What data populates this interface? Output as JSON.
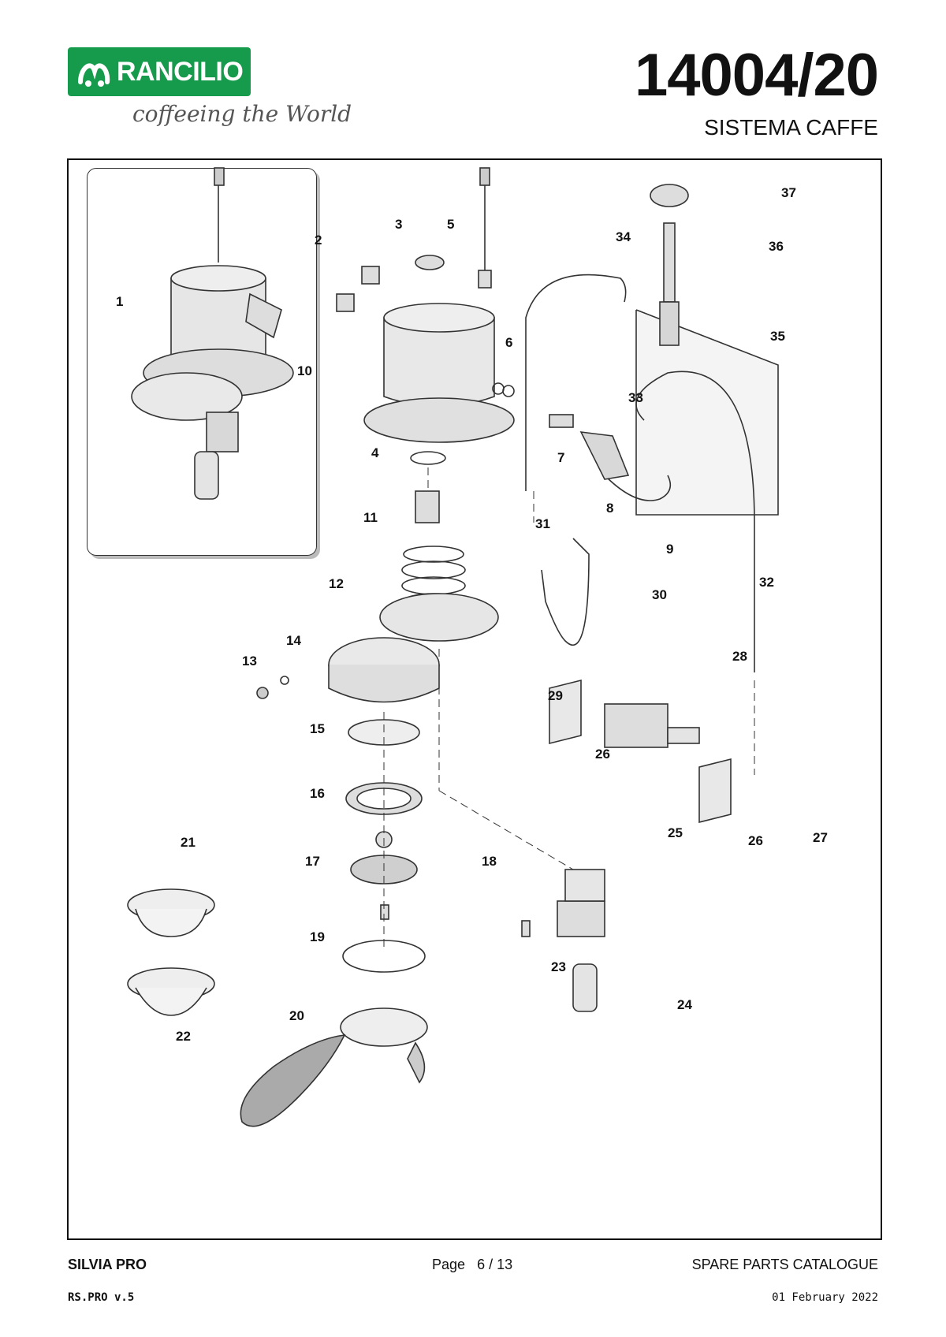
{
  "header": {
    "brand": "RANCILIO",
    "tagline": "coffeeing the World",
    "code": "14004/20",
    "section": "SISTEMA CAFFE",
    "brand_color": "#169b4d"
  },
  "diagram": {
    "callouts": [
      "1",
      "2",
      "3",
      "4",
      "5",
      "6",
      "7",
      "8",
      "9",
      "10",
      "11",
      "12",
      "13",
      "14",
      "15",
      "16",
      "17",
      "18",
      "19",
      "20",
      "21",
      "22",
      "23",
      "24",
      "25",
      "26",
      "26",
      "27",
      "28",
      "29",
      "30",
      "31",
      "32",
      "33",
      "34",
      "35",
      "36",
      "37"
    ]
  },
  "footer": {
    "model": "SILVIA PRO",
    "page_label": "Page",
    "page_value": "6 / 13",
    "catalogue": "SPARE PARTS CATALOGUE",
    "revision": "RS.PRO v.5",
    "date": "01 February 2022"
  }
}
